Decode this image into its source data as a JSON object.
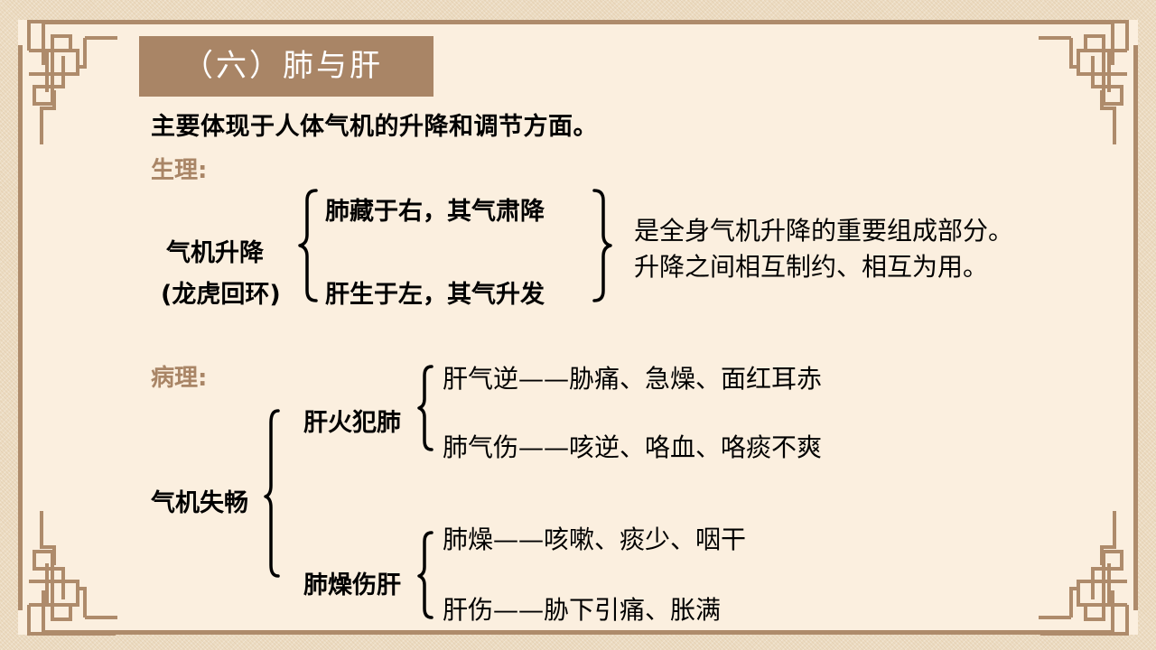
{
  "title": "（六）肺与肝",
  "intro": "主要体现于人体气机的升降和调节方面。",
  "physiology": {
    "label": "生理:",
    "root_line1": "气机升降",
    "root_line2": "(龙虎回环)",
    "branches": [
      "肺藏于右，其气肃降",
      "肝生于左，其气升发"
    ],
    "summary": [
      "是全身气机升降的重要组成部分。",
      "升降之间相互制约、相互为用。"
    ]
  },
  "pathology": {
    "label": "病理:",
    "root": "气机失畅",
    "groups": [
      {
        "label": "肝火犯肺",
        "items": [
          "肝气逆——胁痛、急燥、面红耳赤",
          "肺气伤——咳逆、咯血、咯痰不爽"
        ]
      },
      {
        "label": "肺燥伤肝",
        "items": [
          "肺燥——咳嗽、痰少、咽干",
          "肝伤——胁下引痛、胀满"
        ]
      }
    ]
  },
  "colors": {
    "accent": "#a98566",
    "frame": "#ae8b6b",
    "paper": "#fbefdf"
  }
}
